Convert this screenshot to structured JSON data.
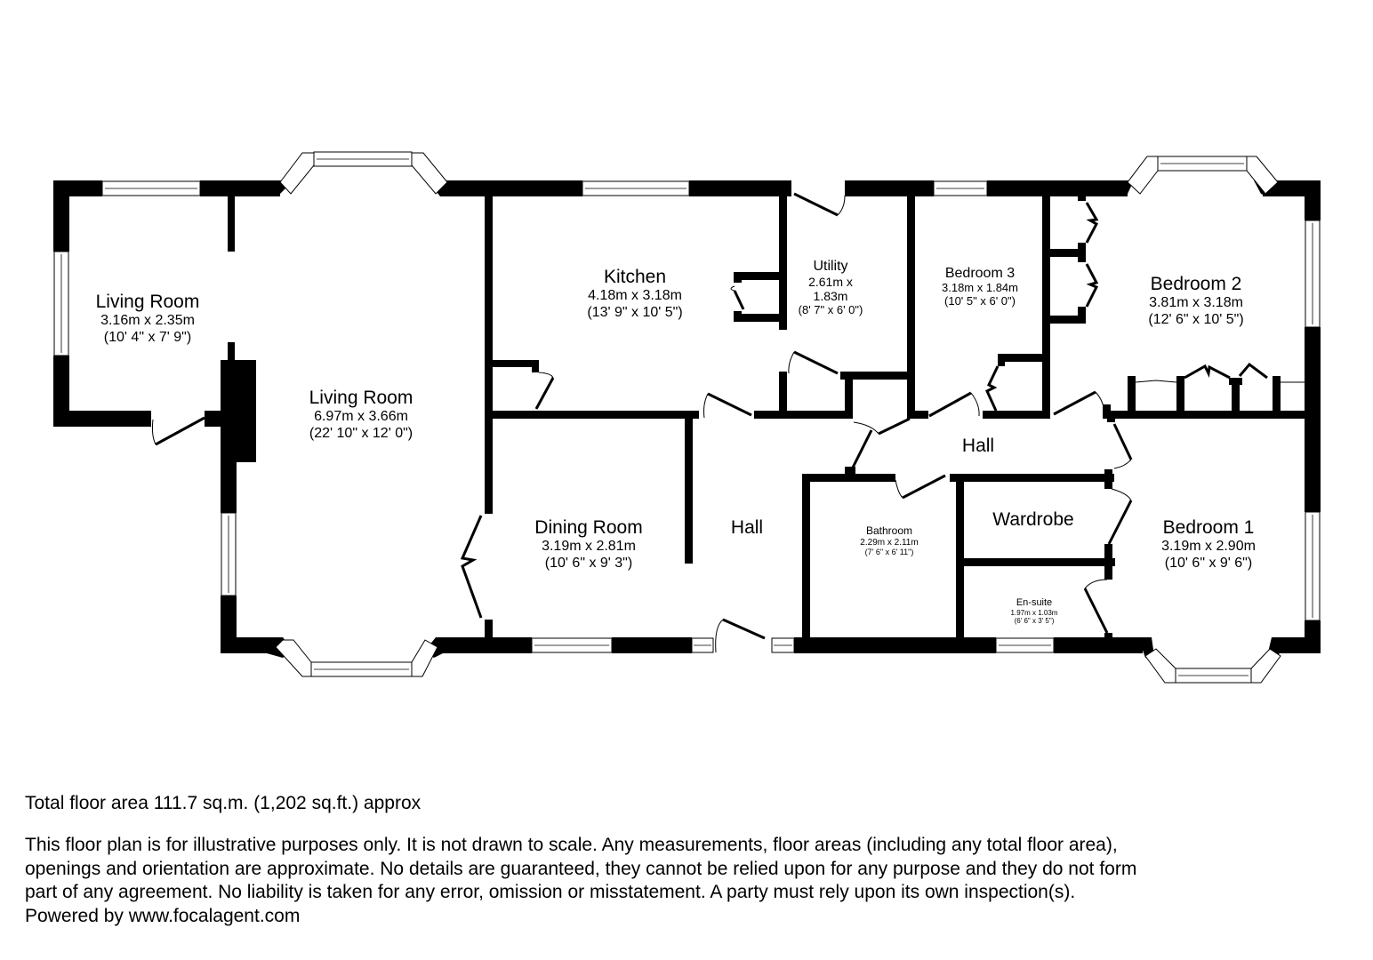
{
  "floorplan": {
    "rooms": [
      {
        "id": "living-room-small",
        "name": "Living Room",
        "metric": "3.16m x 2.35m",
        "imperial": "(10' 4\" x 7' 9\")"
      },
      {
        "id": "living-room-large",
        "name": "Living Room",
        "metric": "6.97m x 3.66m",
        "imperial": "(22' 10\" x 12' 0\")"
      },
      {
        "id": "kitchen",
        "name": "Kitchen",
        "metric": "4.18m x 3.18m",
        "imperial": "(13' 9\" x 10' 5\")"
      },
      {
        "id": "utility",
        "name": "Utility",
        "metric": "2.61m x",
        "metric2": "1.83m",
        "imperial": "(8' 7\" x 6' 0\")"
      },
      {
        "id": "bedroom-3",
        "name": "Bedroom 3",
        "metric": "3.18m x 1.84m",
        "imperial": "(10' 5\" x 6' 0\")"
      },
      {
        "id": "bedroom-2",
        "name": "Bedroom 2",
        "metric": "3.81m x 3.18m",
        "imperial": "(12' 6\" x 10' 5\")"
      },
      {
        "id": "dining-room",
        "name": "Dining Room",
        "metric": "3.19m x 2.81m",
        "imperial": "(10' 6\" x 9' 3\")"
      },
      {
        "id": "hall-main",
        "name": "Hall"
      },
      {
        "id": "hall-east",
        "name": "Hall"
      },
      {
        "id": "bathroom",
        "name": "Bathroom",
        "metric": "2.29m x 2.11m",
        "imperial": "(7' 6\" x 6' 11\")"
      },
      {
        "id": "wardrobe",
        "name": "Wardrobe"
      },
      {
        "id": "en-suite",
        "name": "En-suite",
        "metric": "1.97m x 1.03m",
        "imperial": "(6' 6\" x 3' 5\")"
      },
      {
        "id": "bedroom-1",
        "name": "Bedroom 1",
        "metric": "3.19m x 2.90m",
        "imperial": "(10' 6\" x 9' 6\")"
      }
    ]
  },
  "footer": {
    "total_area": "Total floor area 111.7 sq.m. (1,202 sq.ft.) approx",
    "disclaimer_lines": [
      "This floor plan is for illustrative purposes only. It is not drawn to scale. Any measurements, floor areas (including any total floor area),",
      "openings and orientation are approximate. No details are guaranteed, they cannot be relied upon for any purpose and they do not form",
      "part of any agreement. No liability is taken for any error, omission or misstatement. A party must rely upon its own inspection(s).",
      "Powered by www.focalagent.com"
    ]
  }
}
